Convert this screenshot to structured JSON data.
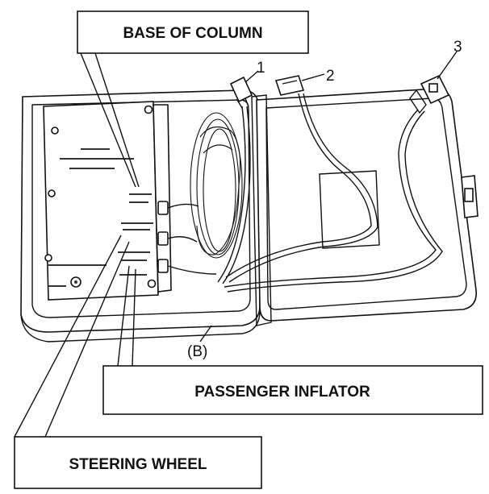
{
  "callouts": {
    "base_of_column": "BASE OF COLUMN",
    "passenger_inflator": "PASSENGER INFLATOR",
    "steering_wheel": "STEERING  WHEEL"
  },
  "markers": {
    "one": "1",
    "two": "2",
    "three": "3",
    "b": "(B)"
  },
  "colors": {
    "ink": "#111111",
    "paper": "#ffffff"
  }
}
